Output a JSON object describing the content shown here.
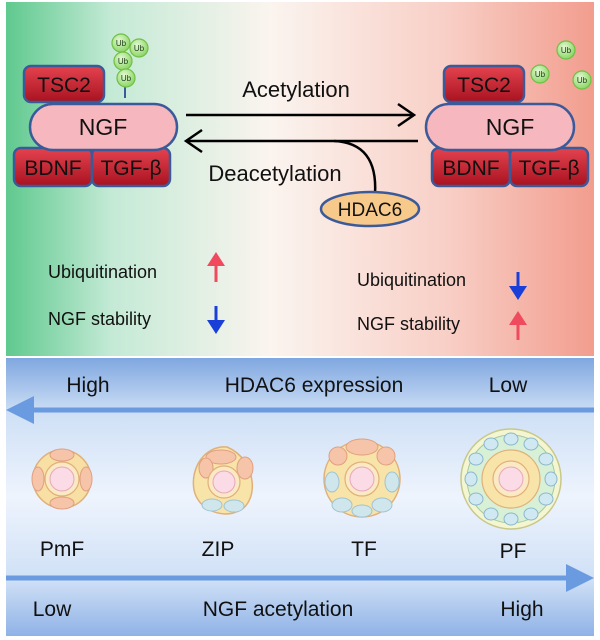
{
  "top_panel": {
    "left_complex": {
      "tsc2": "TSC2",
      "ngf": "NGF",
      "bdnf": "BDNF",
      "tgfb": "TGF-β",
      "ub_labels": [
        "Ub",
        "Ub",
        "Ub",
        "Ub"
      ]
    },
    "right_complex": {
      "tsc2": "TSC2",
      "ngf": "NGF",
      "bdnf": "BDNF",
      "tgfb": "TGF-β",
      "ub_labels": [
        "Ub",
        "Ub",
        "Ub"
      ]
    },
    "acetylation_label": "Acetylation",
    "deacetylation_label": "Deacetylation",
    "enzyme_label": "HDAC6",
    "left_effects": [
      {
        "label": "Ubiquitination",
        "direction": "up",
        "color": "#f04a5e"
      },
      {
        "label": "NGF stability",
        "direction": "down",
        "color": "#1a3fd9"
      }
    ],
    "right_effects": [
      {
        "label": "Ubiquitination",
        "direction": "down",
        "color": "#1a3fd9"
      },
      {
        "label": "NGF stability",
        "direction": "up",
        "color": "#f04a5e"
      }
    ]
  },
  "bottom_panel": {
    "hdac6_axis": {
      "left": "High",
      "title": "HDAC6 expression",
      "right": "Low"
    },
    "follicles": [
      "PmF",
      "ZIP",
      "TF",
      "PF"
    ],
    "acetylation_axis": {
      "left": "Low",
      "title": "NGF acetylation",
      "right": "High"
    }
  },
  "colors": {
    "protein_red": "#c8202f",
    "ngf_pink": "#f6b8be",
    "outline_blue": "#3b5a9a",
    "ub_green": "#9de07a",
    "hdac6_orange": "#f7c98a",
    "arrow_blue": "#6a9be0"
  }
}
